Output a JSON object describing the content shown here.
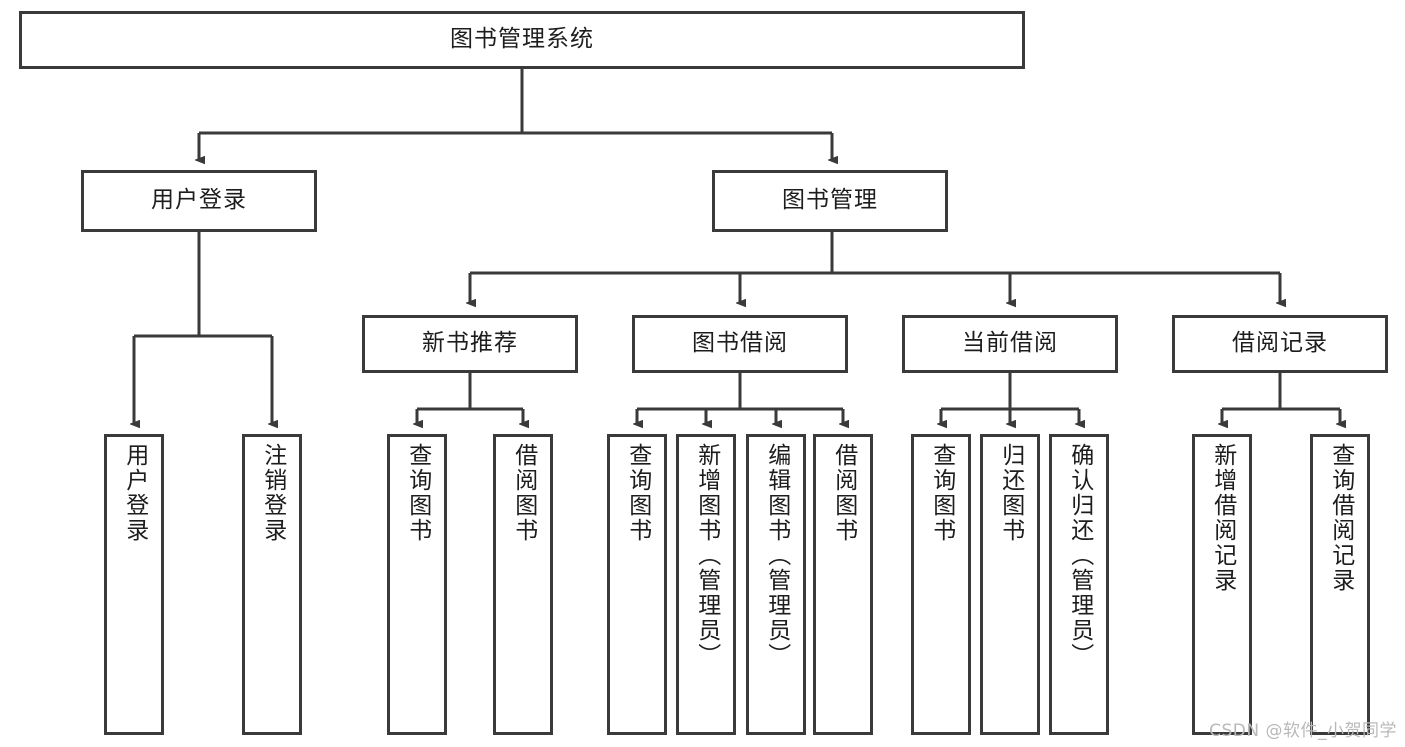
{
  "diagram": {
    "title": "图书管理系统",
    "watermark": "CSDN @软件_小贺同学",
    "line_color": "#3a3a3a",
    "text_color": "#1d1d1d",
    "background": "#ffffff",
    "nodes": {
      "root": "图书管理系统",
      "level2": {
        "user_login": "用户登录",
        "book_manage": "图书管理"
      },
      "level3": {
        "new_book_rec": "新书推荐",
        "book_borrow": "图书借阅",
        "current_borrow": "当前借阅",
        "borrow_record": "借阅记录"
      },
      "leaves": {
        "user_login_1": "用户登录",
        "user_login_2": "注销登录",
        "new_book_rec_1": "查询图书",
        "new_book_rec_2": "借阅图书",
        "book_borrow_1": "查询图书",
        "book_borrow_2": "新增图书（管理员）",
        "book_borrow_3": "编辑图书（管理员）",
        "book_borrow_4": "借阅图书",
        "current_borrow_1": "查询图书",
        "current_borrow_2": "归还图书",
        "current_borrow_3": "确认归还（管理员）",
        "borrow_record_1": "新增借阅记录",
        "borrow_record_2": "查询借阅记录"
      }
    }
  }
}
